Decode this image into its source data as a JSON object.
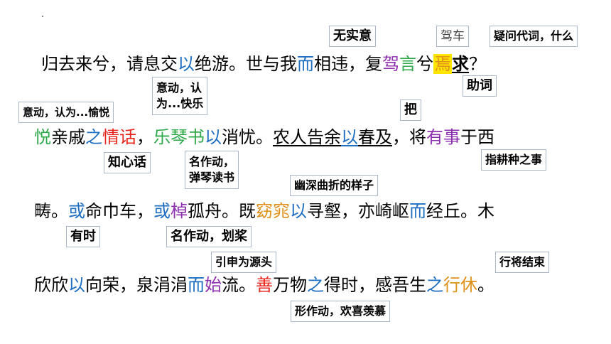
{
  "colors": {
    "black": "#000000",
    "blue": "#1f6fc0",
    "red": "#e8251c",
    "green": "#2fa84a",
    "purple": "#8e2fb0",
    "orange": "#e0901a",
    "highlight": "#ffe600",
    "note_border": "#a9b7c6"
  },
  "lines": [
    [
      {
        "t": "归去来兮，请息交",
        "c": "black"
      },
      {
        "t": "以",
        "c": "blue"
      },
      {
        "t": "绝游。世与我",
        "c": "black"
      },
      {
        "t": "而",
        "c": "blue"
      },
      {
        "t": "相违，复",
        "c": "black"
      },
      {
        "t": "驾",
        "c": "purple"
      },
      {
        "t": "言",
        "c": "green"
      },
      {
        "t": "兮",
        "c": "black"
      },
      {
        "t": "焉",
        "c": "orange",
        "hl": true
      },
      {
        "t": "求",
        "c": "black",
        "ul": true,
        "bold": true
      },
      {
        "t": "？",
        "c": "black"
      }
    ],
    [
      {
        "t": "悦",
        "c": "green"
      },
      {
        "t": "亲戚",
        "c": "black"
      },
      {
        "t": "之",
        "c": "blue"
      },
      {
        "t": "情话",
        "c": "red"
      },
      {
        "t": "，",
        "c": "black"
      },
      {
        "t": "乐琴书",
        "c": "green"
      },
      {
        "t": "以",
        "c": "blue"
      },
      {
        "t": "消忧。",
        "c": "black"
      },
      {
        "t": "农人告余",
        "c": "black",
        "ul": true
      },
      {
        "t": "以",
        "c": "blue",
        "ul": true
      },
      {
        "t": "春及",
        "c": "black",
        "ul": true
      },
      {
        "t": "，将",
        "c": "black"
      },
      {
        "t": "有事",
        "c": "purple"
      },
      {
        "t": "于西",
        "c": "black"
      }
    ],
    [
      {
        "t": "畴。",
        "c": "black"
      },
      {
        "t": "或",
        "c": "blue"
      },
      {
        "t": "命巾车，",
        "c": "black"
      },
      {
        "t": "或",
        "c": "blue"
      },
      {
        "t": "棹",
        "c": "purple"
      },
      {
        "t": "孤舟。既",
        "c": "black"
      },
      {
        "t": "窈窕",
        "c": "orange"
      },
      {
        "t": "以",
        "c": "blue"
      },
      {
        "t": "寻壑，亦崎岖",
        "c": "black"
      },
      {
        "t": "而",
        "c": "blue"
      },
      {
        "t": "经丘。木",
        "c": "black"
      }
    ],
    [
      {
        "t": "欣欣",
        "c": "black"
      },
      {
        "t": "以",
        "c": "blue"
      },
      {
        "t": "向荣，泉涓涓",
        "c": "black"
      },
      {
        "t": "而",
        "c": "blue"
      },
      {
        "t": "始",
        "c": "purple"
      },
      {
        "t": "流。",
        "c": "black"
      },
      {
        "t": "善",
        "c": "red"
      },
      {
        "t": "万物",
        "c": "black"
      },
      {
        "t": "之",
        "c": "blue"
      },
      {
        "t": "得时，感吾生",
        "c": "black"
      },
      {
        "t": "之",
        "c": "blue"
      },
      {
        "t": "行休",
        "c": "orange"
      },
      {
        "t": "。",
        "c": "black"
      }
    ]
  ],
  "notes": {
    "wu_shi_yi": "无实意",
    "jia_che": "驾车",
    "yi_wen_dai_ci": "疑问代词，什么",
    "zhu_ci": "助词",
    "yi_dong_kuai_le_1": "意动，认",
    "yi_dong_kuai_le_2": "为...快乐",
    "yi_dong_yu_yue": "意动，认为...愉悦",
    "ba": "把",
    "zhi_xin_hua": "知心话",
    "ming_zuo_dong_1": "名作动，",
    "ming_zuo_dong_2": "弹琴读书",
    "zhi_geng_zhong": "指耕种之事",
    "you_shen": "幽深曲折的样子",
    "you_shi": "有时",
    "hua_jiang": "名作动，划桨",
    "yuan_tou": "引申为源头",
    "xing_jiang_jie_shu": "行将结束",
    "xi_huan_xian_mu": "形作动，欢喜羡慕"
  }
}
